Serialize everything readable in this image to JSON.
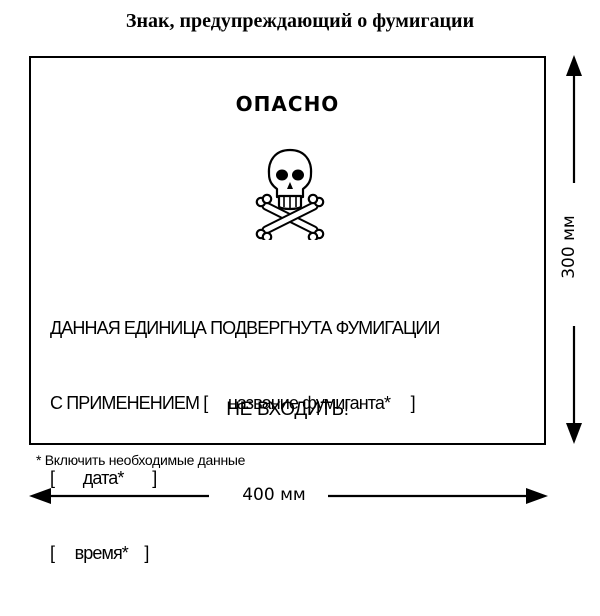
{
  "title": "Знак, предупреждающий о фумигации",
  "sign": {
    "heading": "ОПАСНО",
    "symbol_icon": "skull-and-crossbones",
    "notice_lines": [
      "ДАННАЯ ЕДИНИЦА ПОДВЕРГНУТА ФУМИГАЦИИ",
      "С ПРИМЕНЕНИЕМ [     название фумиганта*     ]",
      "[       дата*       ]",
      "[     время*    ]"
    ],
    "warning": "НЕ ВХОДИТЬ!"
  },
  "footnote": "* Включить необходимые данные",
  "dimensions": {
    "width": "400 мм",
    "height": "300 мм"
  }
}
